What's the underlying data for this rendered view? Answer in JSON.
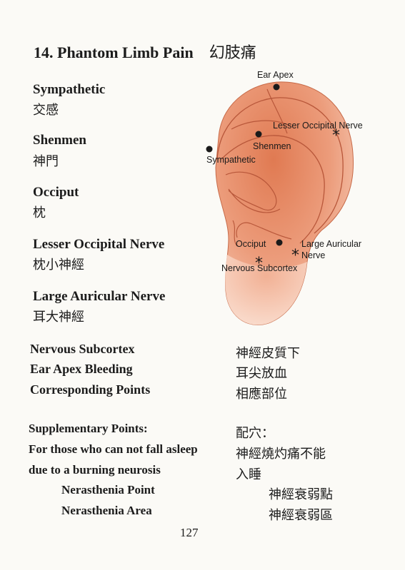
{
  "title": {
    "number_text": "14. Phantom Limb Pain",
    "chinese": "幻肢痛"
  },
  "points": [
    {
      "en": "Sympathetic",
      "zh": "交感"
    },
    {
      "en": "Shenmen",
      "zh": "神門"
    },
    {
      "en": "Occiput",
      "zh": "枕"
    },
    {
      "en": "Lesser Occipital Nerve",
      "zh": "枕小神經"
    },
    {
      "en": "Large Auricular Nerve",
      "zh": "耳大神經"
    }
  ],
  "rows": [
    {
      "en": "Nervous Subcortex",
      "zh": "神經皮質下"
    },
    {
      "en": "Ear Apex Bleeding",
      "zh": "耳尖放血"
    },
    {
      "en": "Corresponding Points",
      "zh": "相應部位"
    }
  ],
  "supplementary": {
    "heading_en": "Supplementary Points:",
    "heading_zh": "配穴：",
    "line1_en": "For those who can not fall asleep",
    "line1_zh": "神經燒灼痛不能",
    "line2_en": "due to a burning neurosis",
    "line2_zh": "入睡",
    "items": [
      {
        "en": "Nerasthenia Point",
        "zh": "神經衰弱點"
      },
      {
        "en": "Nerasthenia Area",
        "zh": "神經衰弱區"
      }
    ]
  },
  "diagram_labels": {
    "ear_apex": "Ear Apex",
    "lesser_occipital": "Lesser Occipital Nerve",
    "shenmen": "Shenmen",
    "sympathetic": "Sympathetic",
    "occiput": "Occiput",
    "large_auricular_1": "Large Auricular",
    "large_auricular_2": "Nerve",
    "nervous_subcortex": "Nervous Subcortex"
  },
  "colors": {
    "ear_outer": "#f3bfa6",
    "ear_inner": "#e07a52",
    "ear_line": "#b8573a"
  },
  "page_number": "127"
}
